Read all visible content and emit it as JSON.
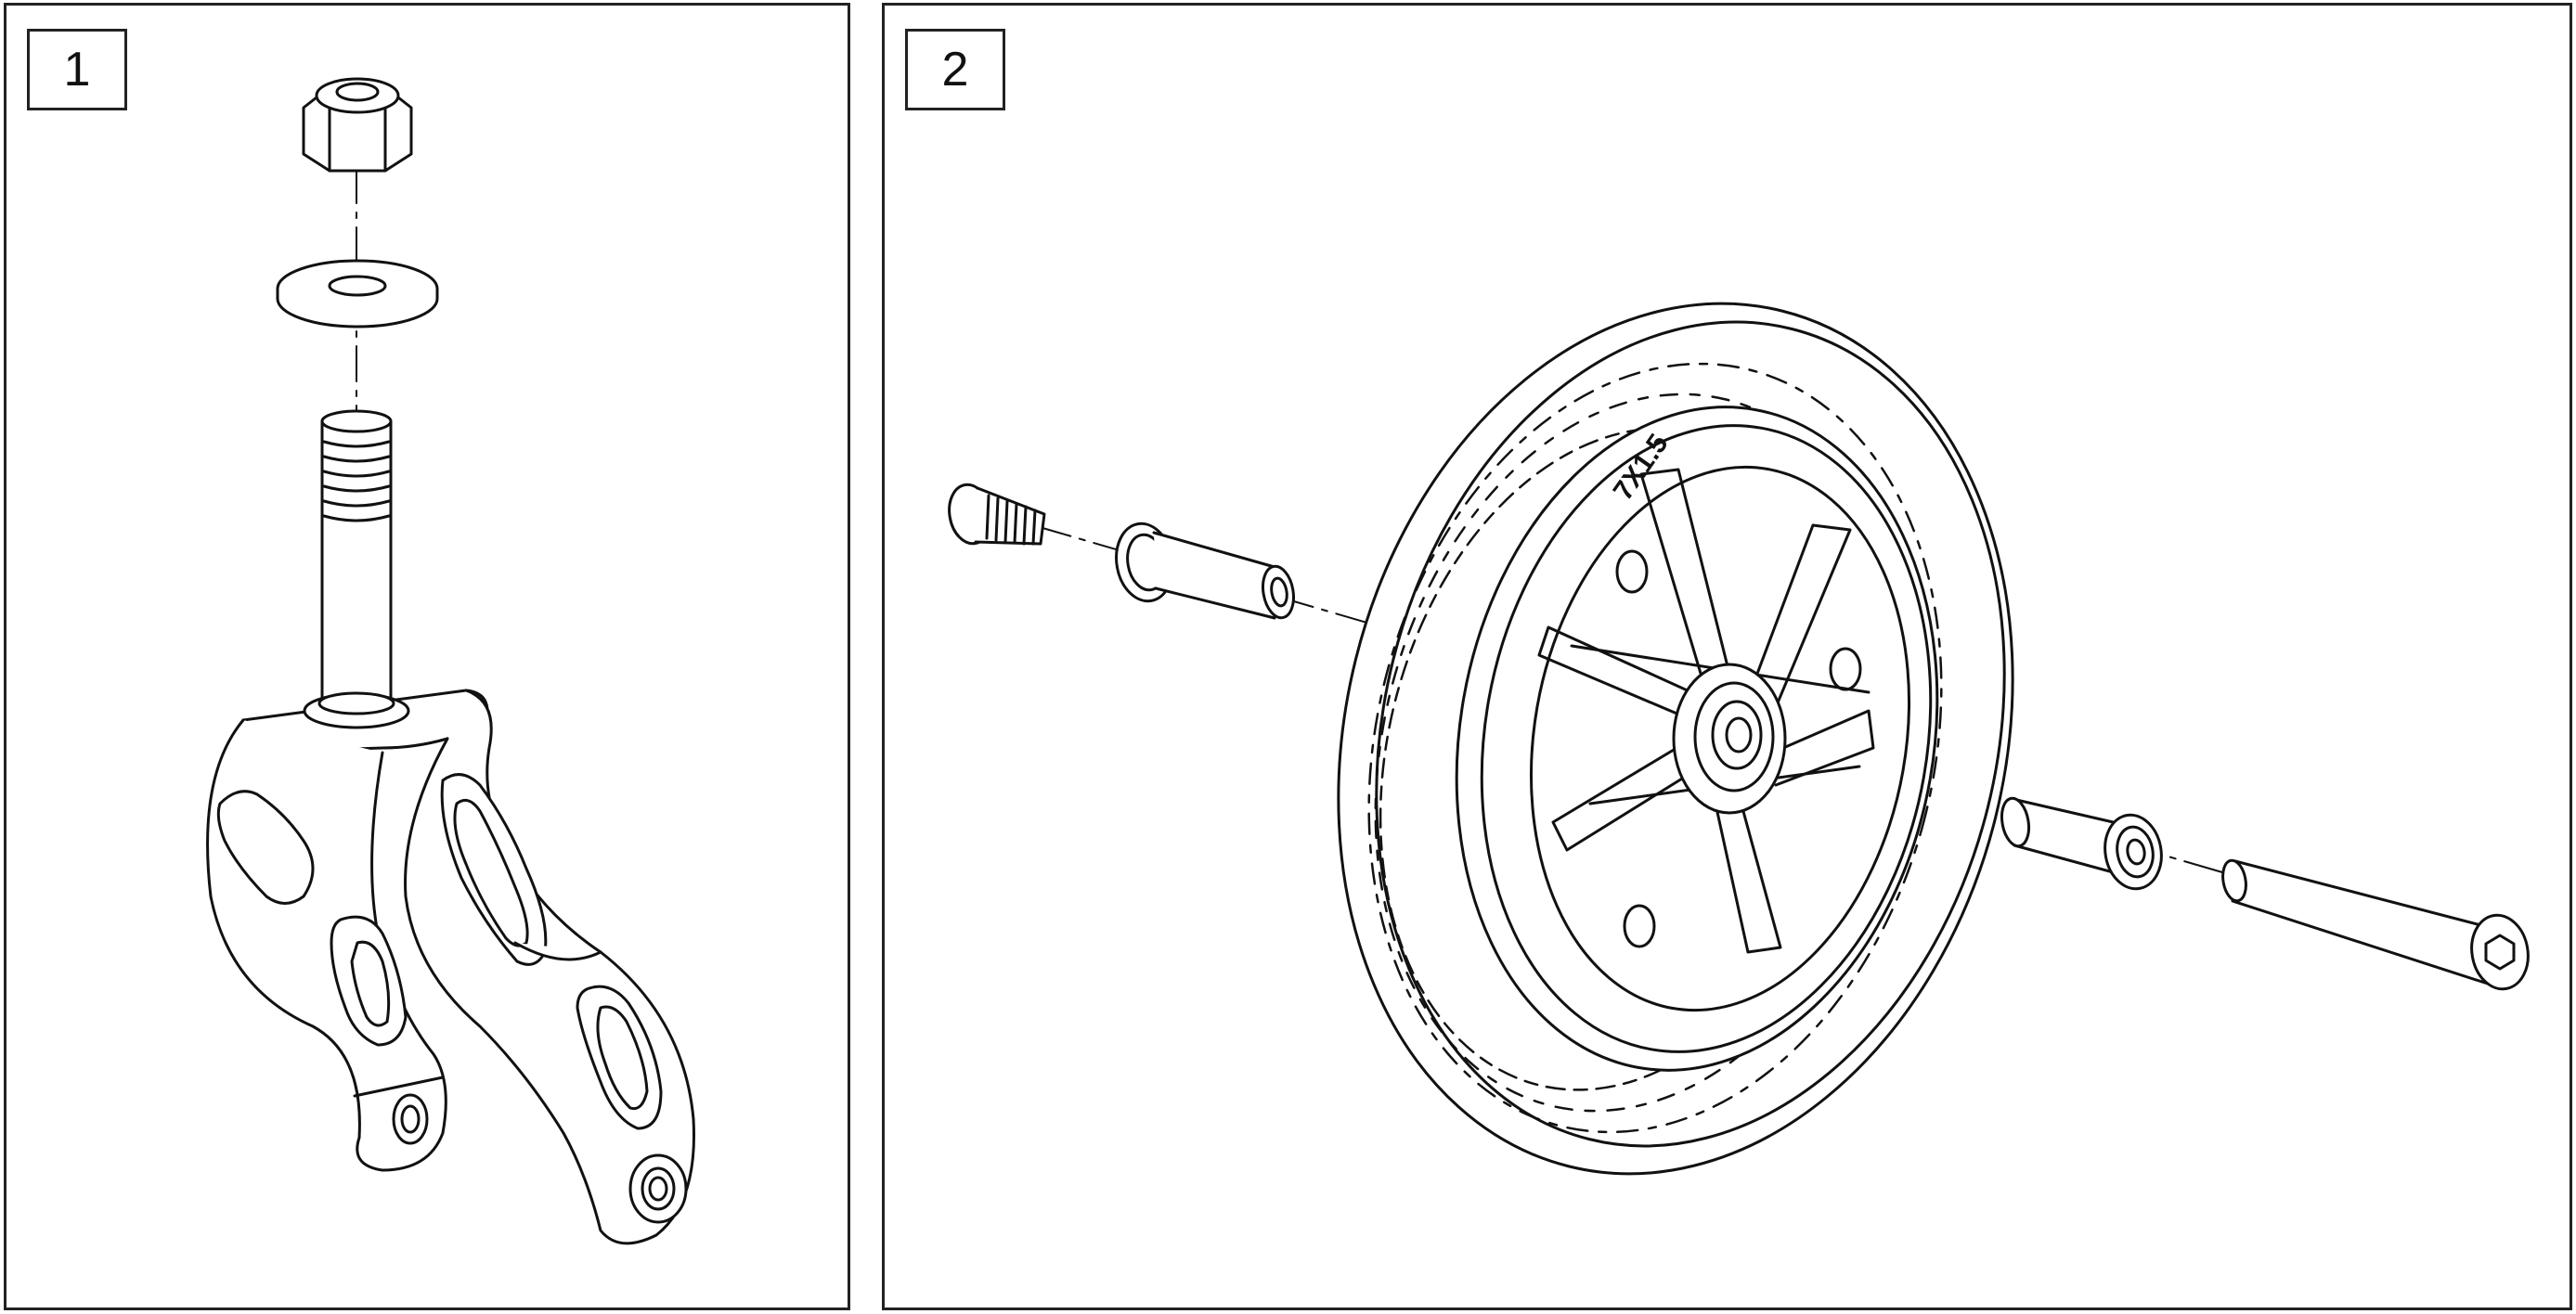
{
  "panels": [
    {
      "step_label": "1",
      "parts": [
        "lock-nut",
        "washer",
        "threaded-stem",
        "caster-fork"
      ]
    },
    {
      "step_label": "2",
      "parts": [
        "bolt",
        "spacer-left",
        "caster-wheel",
        "spacer-right",
        "axle-bolt"
      ]
    }
  ],
  "wheel": {
    "tire_marking": "7X1.5"
  },
  "colors": {
    "line": "#111111",
    "background": "#ffffff",
    "border": "#222222"
  }
}
